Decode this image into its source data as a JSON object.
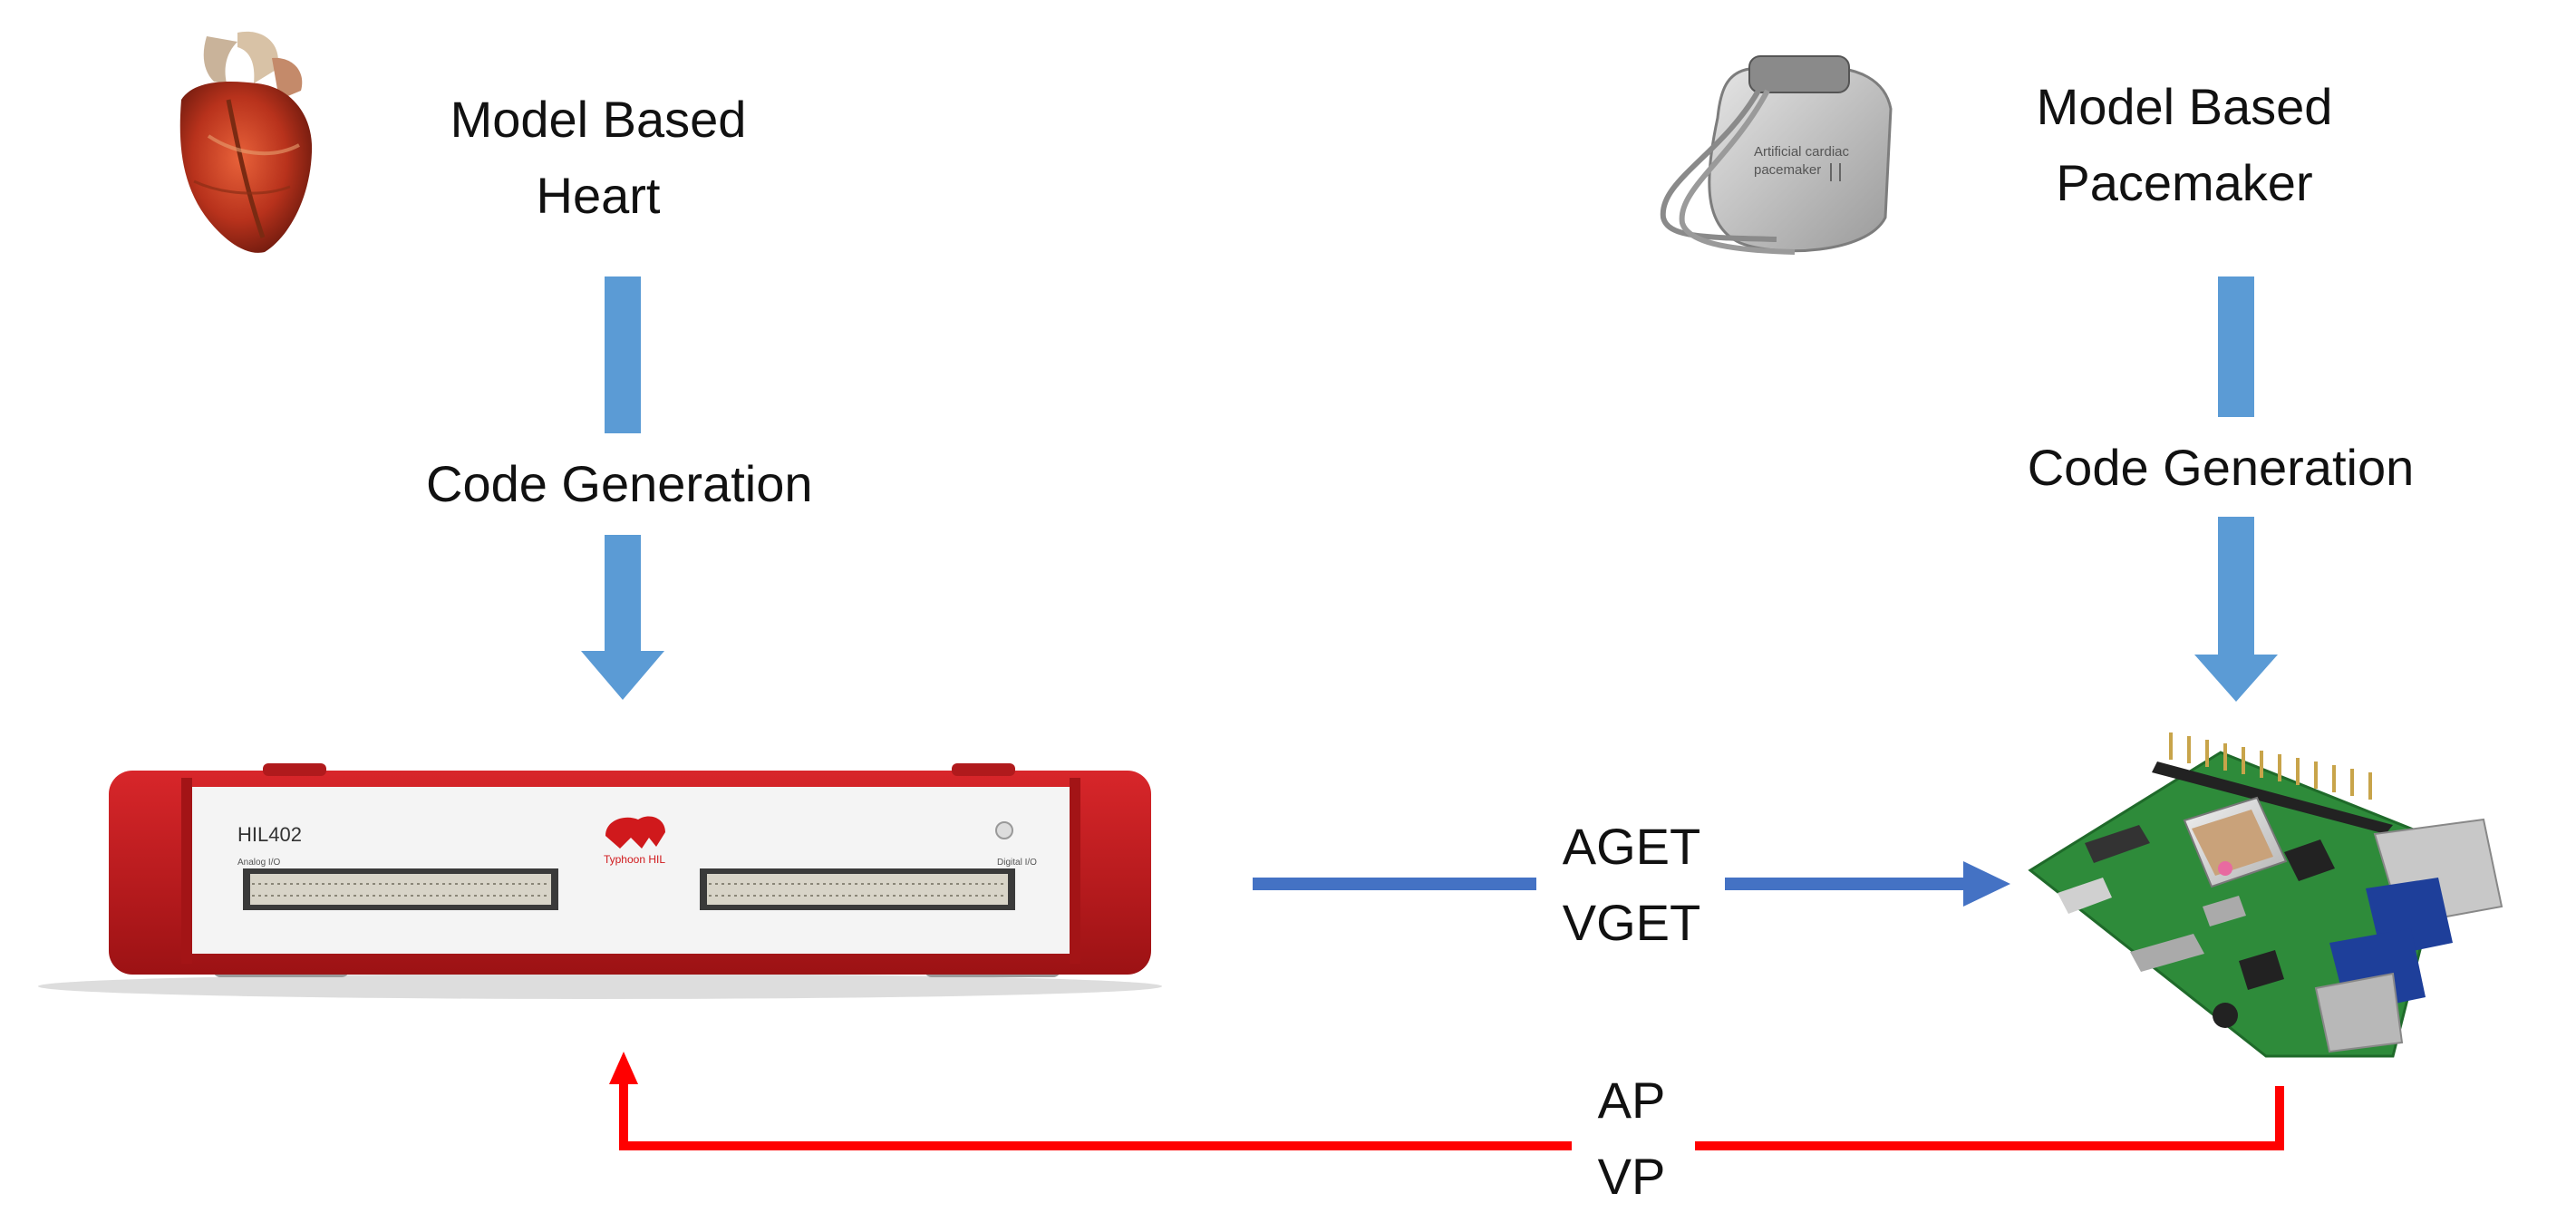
{
  "left_block": {
    "title_line1": "Model Based",
    "title_line2": "Heart",
    "codegen_label": "Code Generation",
    "device_model": "HIL402",
    "device_brand": "Typhoon HIL",
    "port_left_label": "Analog I/O",
    "port_right_label": "Digital I/O"
  },
  "right_block": {
    "title_line1": "Model Based",
    "title_line2": "Pacemaker",
    "codegen_label": "Code Generation",
    "pacemaker_text_line1": "Artificial cardiac",
    "pacemaker_text_line2": "pacemaker"
  },
  "signals": {
    "forward_line1": "AGET",
    "forward_line2": "VGET",
    "return_line1": "AP",
    "return_line2": "VP"
  },
  "colors": {
    "codegen_arrow": "#5b9bd5",
    "forward_arrow": "#4472c4",
    "return_arrow": "#ff0000",
    "hil_red": "#c0191b",
    "board_green": "#2e8b3a"
  },
  "icons": [
    "heart-image",
    "pacemaker-image",
    "hil-device-image",
    "raspberry-pi-image"
  ]
}
